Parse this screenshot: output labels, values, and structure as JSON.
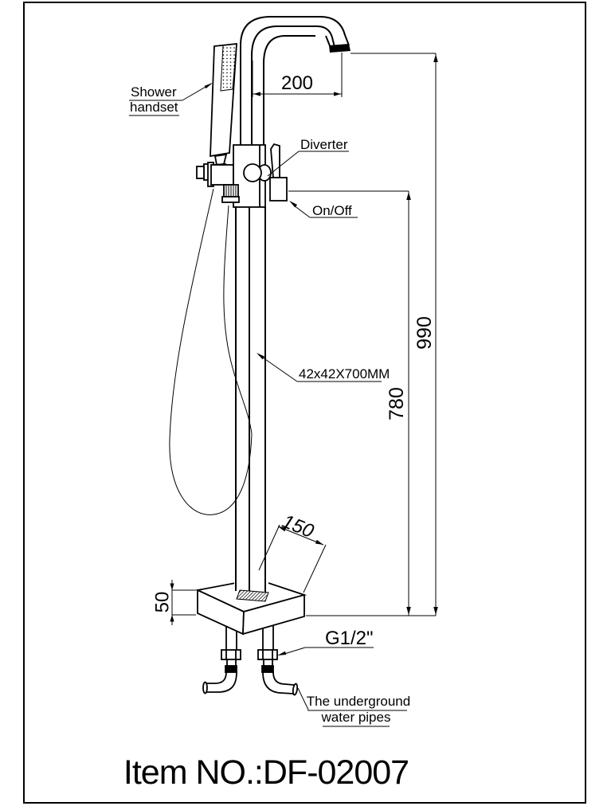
{
  "title_block": {
    "item_no": "Item NO.:DF-02007"
  },
  "callouts": {
    "shower_handset": [
      "Shower",
      "handset"
    ],
    "diverter": "Diverter",
    "on_off": "On/Off",
    "column_spec": "42x42X700MM",
    "inlet_thread": "G1/2\"",
    "underground_pipes": [
      "The underground",
      "water pipes"
    ]
  },
  "dimensions_mm": {
    "spout_reach": "200",
    "overall_height": "990",
    "outlet_height": "780",
    "base_plate_size": "150",
    "base_plate_thickness": "50"
  },
  "colors": {
    "line": "#000000",
    "paper": "#ffffff"
  }
}
